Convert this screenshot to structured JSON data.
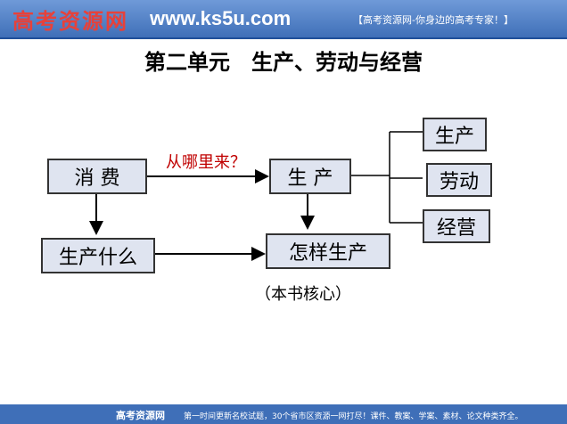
{
  "header": {
    "brand": "高考资源网",
    "url": "www.ks5u.com",
    "tagline": "【高考资源网-你身边的高考专家！】"
  },
  "title": "第二单元　生产、劳动与经营",
  "nodes": {
    "consumption": "消 费",
    "production": "生 产",
    "what_to_produce": "生产什么",
    "how_to_produce": "怎样生产",
    "branch_production": "生产",
    "branch_labor": "劳动",
    "branch_management": "经营"
  },
  "labels": {
    "from_where": "从哪里来？",
    "core": "（本书核心）"
  },
  "footer": {
    "brand": "高考资源网",
    "text": "第一时间更新名校试题，30个省市区资源一网打尽！课件、教案、学案、素材、论文种类齐全。"
  },
  "colors": {
    "header_bg": "#3f6fb8",
    "box_fill": "#dfe4f0",
    "label_red": "#c00000"
  }
}
